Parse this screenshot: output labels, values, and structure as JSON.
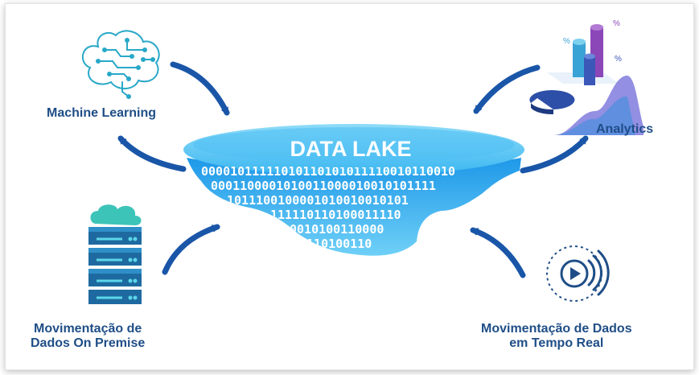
{
  "center": {
    "title": "DATA LAKE"
  },
  "binary_lines": [
    "00001011111010110101011110010110010",
    "0001100001010011000010010101111",
    "1011100100001010010010101",
    "111110110100011110",
    "0010100110000",
    "1110100110"
  ],
  "nodes": {
    "machine_learning": {
      "label": "Machine Learning"
    },
    "analytics": {
      "label": "Analytics",
      "percent_marks": [
        "%",
        "%",
        "%"
      ]
    },
    "on_premise": {
      "line1": "Movimentação de",
      "line2": "Dados On Premise"
    },
    "real_time": {
      "line1": "Movimentação de Dados",
      "line2": "em Tempo Real"
    }
  },
  "colors": {
    "label": "#1f4e87",
    "arrow": "#1a56a8",
    "lake_top": "#5cc4f2",
    "lake_body": "#2aa0ea"
  }
}
